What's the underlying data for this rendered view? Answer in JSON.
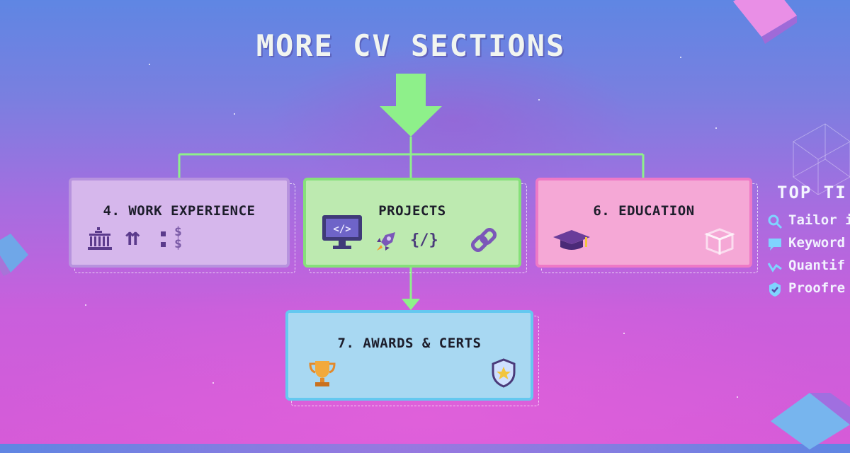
{
  "title": "MORE CV SECTIONS",
  "cards": {
    "work": {
      "label": "4. WORK EXPERIENCE"
    },
    "projects": {
      "label": "PROJECTS"
    },
    "education": {
      "label": "6. EDUCATION"
    },
    "awards": {
      "label": "7. AWARDS & CERTS"
    }
  },
  "icons": {
    "work": [
      "building-icon",
      "arrows-up-icon",
      "dollar-icon"
    ],
    "projects": [
      "monitor-code-icon",
      "rocket-icon",
      "code-brackets-icon",
      "link-icon"
    ],
    "education": [
      "graduation-cap-icon",
      "cube-icon"
    ],
    "awards": [
      "trophy-icon",
      "shield-star-icon"
    ]
  },
  "glyphs": {
    "arrows_up": "⇈",
    "dollar": "$",
    "code": "{/}"
  },
  "tips": {
    "heading": "TOP TI",
    "items": [
      {
        "icon": "search-icon",
        "label": "Tailor i"
      },
      {
        "icon": "chat-bubble-icon",
        "label": "Keyword"
      },
      {
        "icon": "chart-icon",
        "label": "Quantif"
      },
      {
        "icon": "badge-check-icon",
        "label": "Proofre"
      }
    ]
  },
  "colors": {
    "connector": "#8ef08a",
    "work": "#d6b7ec",
    "projects": "#bdeab0",
    "education": "#f5a8d6",
    "awards": "#a8d8f2"
  }
}
